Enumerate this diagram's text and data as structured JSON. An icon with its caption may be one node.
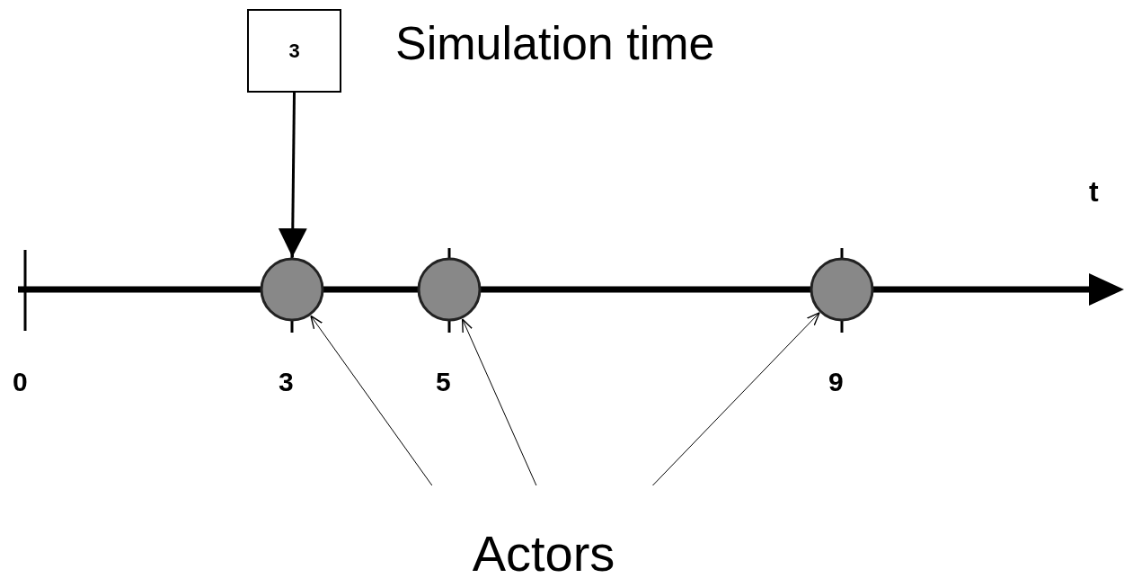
{
  "diagram": {
    "nodes": [
      {
        "text": [
          "3"
        ],
        "beside": [
          "Simulation time"
        ]
      },
      {
        "text": [],
        "shape": "circle"
      },
      {
        "text": [],
        "shape": "circle"
      },
      {
        "text": [],
        "shape": "circle"
      },
      {
        "text": [
          "Actors"
        ]
      }
    ],
    "edges": [
      {
        "from": 0,
        "to": 1,
        "arrow": "to",
        "style": "thick"
      },
      {
        "from": 4,
        "to": 1,
        "arrow": "to"
      },
      {
        "from": 4,
        "to": 2,
        "arrow": "to"
      },
      {
        "from": 4,
        "to": 3,
        "arrow": "to"
      }
    ],
    "labels": [
      "t",
      "0",
      "3",
      "5",
      "9"
    ]
  }
}
